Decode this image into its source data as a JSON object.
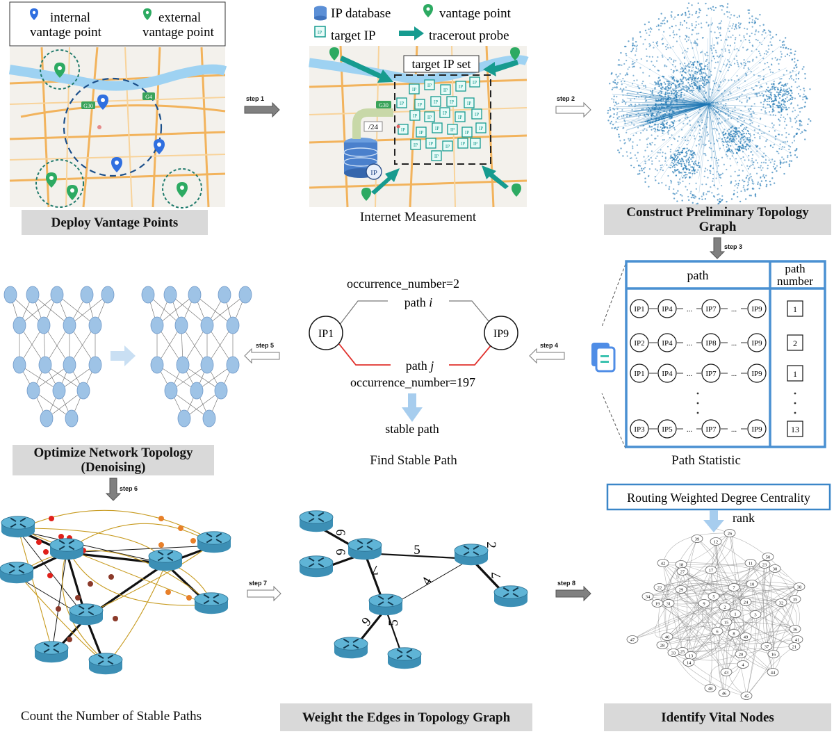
{
  "panels": {
    "deploy": {
      "legend_internal": "internal\nvantage point",
      "legend_internal_l1": "internal",
      "legend_internal_l2": "vantage point",
      "legend_external_l1": "external",
      "legend_external_l2": "vantage point",
      "road_sign_1": "G30",
      "road_sign_2": "G4",
      "title": "Deploy Vantage Points"
    },
    "measure": {
      "legend_db": "IP database",
      "legend_vp": "vantage point",
      "legend_target": "target IP",
      "legend_probe": "tracerout probe",
      "target_set": "target IP set",
      "slash24": "/24",
      "road_sign": "G30",
      "db_tag": "IP",
      "ip_tile": "IP",
      "caption": "Internet Measurement"
    },
    "construct": {
      "title": "Construct Preliminary Topology Graph",
      "title_l1": "Construct Preliminary Topology",
      "title_l2": "Graph"
    },
    "path_statistic": {
      "col_path": "path",
      "col_number_l1": "path",
      "col_number_l2": "number",
      "rows": [
        {
          "nodes": [
            "IP1",
            "IP4",
            "IP7",
            "IP9"
          ],
          "number": "1"
        },
        {
          "nodes": [
            "IP2",
            "IP4",
            "IP8",
            "IP9"
          ],
          "number": "2"
        },
        {
          "nodes": [
            "IP1",
            "IP4",
            "IP7",
            "IP9"
          ],
          "number": "1"
        },
        {
          "nodes": [
            "IP3",
            "IP5",
            "IP7",
            "IP9"
          ],
          "number": "13"
        }
      ],
      "ellipsis": "...",
      "caption": "Path Statistic"
    },
    "stable": {
      "occ_top": "occurrence_number=2",
      "path_i": "path i",
      "path_i_word": "path",
      "path_i_var": "i",
      "path_j_word": "path",
      "path_j_var": "j",
      "occ_bottom": "occurrence_number=197",
      "node_left": "IP1",
      "node_right": "IP9",
      "result": "stable path",
      "caption": "Find Stable Path"
    },
    "optimize": {
      "title_l1": "Optimize Network Topology",
      "title_l2": "(Denoising)"
    },
    "count": {
      "caption": "Count the Number of Stable Paths"
    },
    "weight": {
      "title": "Weight the Edges in Topology Graph",
      "weights": [
        "6",
        "6",
        "5",
        "2",
        "7",
        "4",
        "7",
        "6",
        "5"
      ]
    },
    "vital": {
      "box": "Routing Weighted Degree Centrality",
      "rank": "rank",
      "title": "Identify Vital Nodes",
      "node_labels": [
        "26",
        "39",
        "12",
        "17",
        "42",
        "18",
        "27",
        "11",
        "50",
        "23",
        "30",
        "10",
        "22",
        "29",
        "7",
        "38",
        "5",
        "2",
        "24",
        "34",
        "19",
        "31",
        "9",
        "32",
        "35",
        "1",
        "3",
        "15",
        "40",
        "6",
        "49",
        "36",
        "41",
        "47",
        "28",
        "37",
        "21",
        "25",
        "13",
        "33",
        "20",
        "16",
        "14",
        "4",
        "43",
        "44",
        "48",
        "46",
        "45",
        "8"
      ]
    }
  },
  "steps": [
    "step 1",
    "step 2",
    "step 3",
    "step 4",
    "step 5",
    "step 6",
    "step 7",
    "step 8"
  ],
  "colors": {
    "banner_bg": "#d9d9d9",
    "accent_blue": "#3a86c8",
    "teal": "#169b8f",
    "graph_blue": "#1f77b4",
    "router_blue": "#5fb4d6",
    "nn_node": "#9ec3e6"
  }
}
